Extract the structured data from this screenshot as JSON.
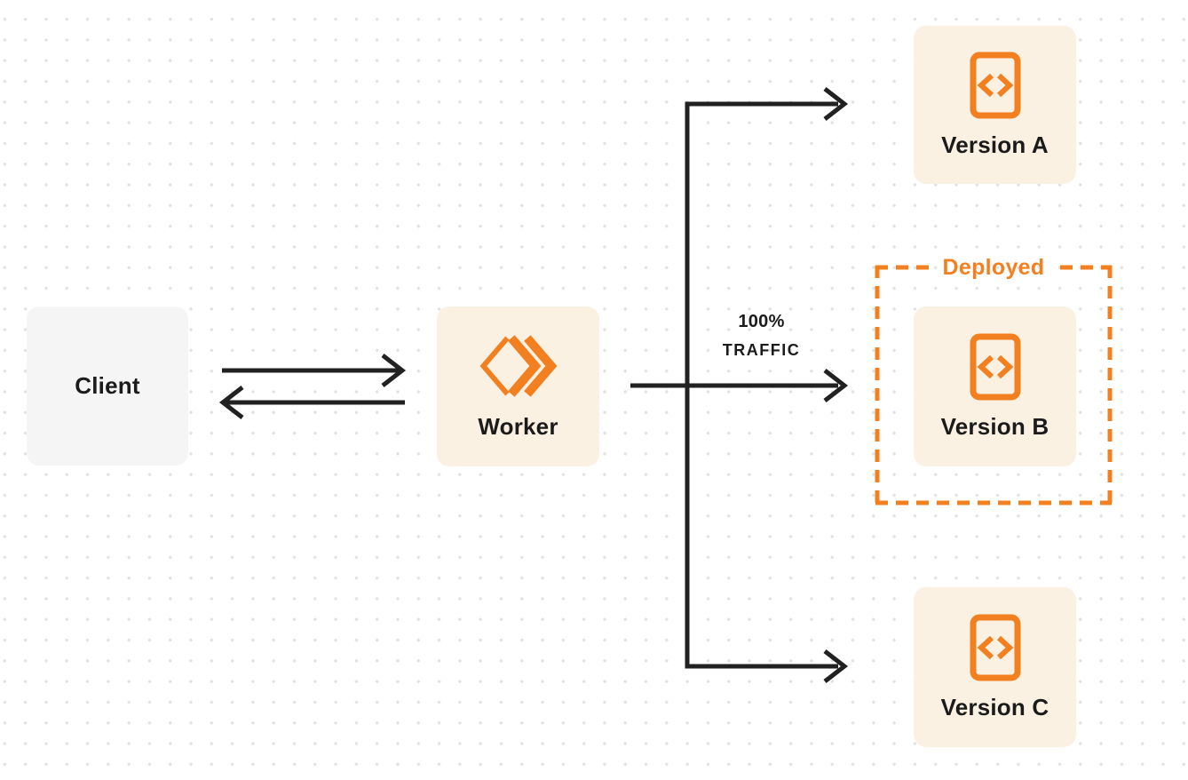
{
  "colors": {
    "orange": "#F38020",
    "cream": "#FBF1E2",
    "gray_box": "#F5F5F6",
    "line": "#212121",
    "text": "#1B1B1B",
    "dot": "#E1E1E1",
    "bg": "#FFFFFF"
  },
  "nodes": {
    "client": {
      "label": "Client"
    },
    "worker": {
      "label": "Worker"
    },
    "version_a": {
      "label": "Version A"
    },
    "version_b": {
      "label": "Version B"
    },
    "version_c": {
      "label": "Version C"
    }
  },
  "annotations": {
    "deployed": {
      "label": "Deployed"
    },
    "traffic": {
      "percent": "100%",
      "word": "TRAFFIC"
    }
  },
  "icons": {
    "worker": "workers-logo-icon",
    "version": "code-file-icon"
  }
}
